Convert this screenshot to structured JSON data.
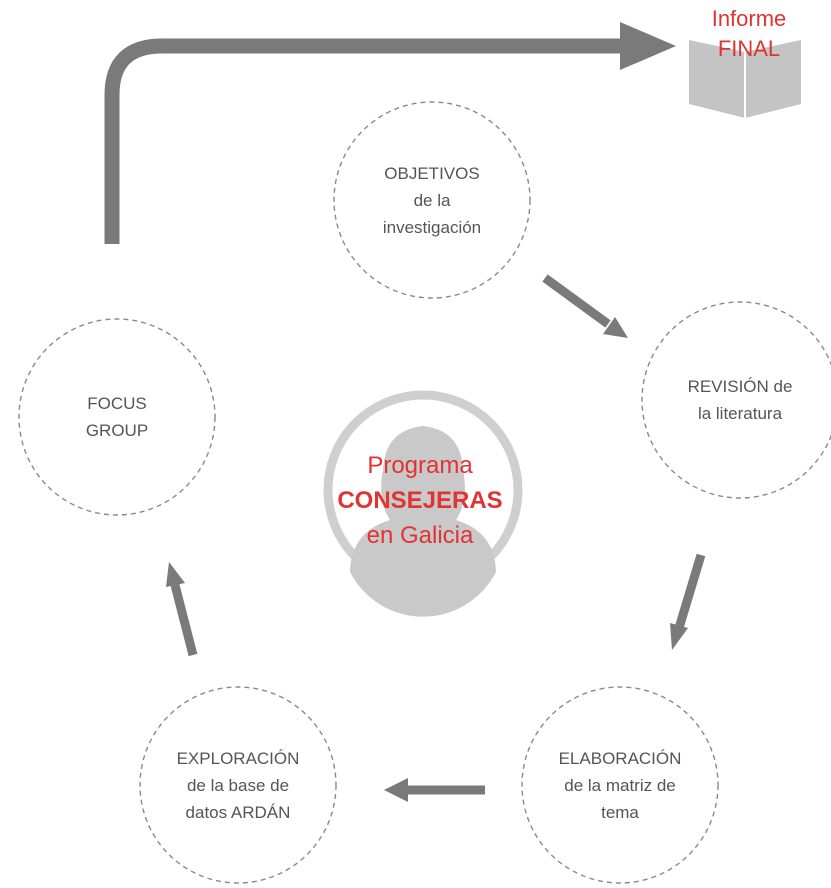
{
  "colors": {
    "arrow": "#7a7a7a",
    "circle_border": "#8a8a8a",
    "node_text": "#555555",
    "accent_red": "#e03333",
    "silhouette": "#c9c9c9",
    "book": "#c4c4c4"
  },
  "icons": {
    "center": "woman-silhouette-icon",
    "final": "open-book-icon"
  },
  "final": {
    "line1": "Informe",
    "line2": "FINAL"
  },
  "center": {
    "line1": "Programa",
    "line2": "CONSEJERAS",
    "line3": "en Galicia"
  },
  "steps": [
    {
      "id": "objetivos",
      "lines": [
        "OBJETIVOS",
        "de la",
        "investigación"
      ]
    },
    {
      "id": "revision",
      "lines": [
        "REVISIÓN de",
        "la literatura"
      ]
    },
    {
      "id": "elaboracion",
      "lines": [
        "ELABORACIÓN",
        "de la matriz de",
        "tema"
      ]
    },
    {
      "id": "exploracion",
      "lines": [
        "EXPLORACIÓN",
        "de la base de",
        "datos ARDÁN"
      ]
    },
    {
      "id": "focus",
      "lines": [
        "FOCUS",
        "GROUP"
      ]
    }
  ]
}
